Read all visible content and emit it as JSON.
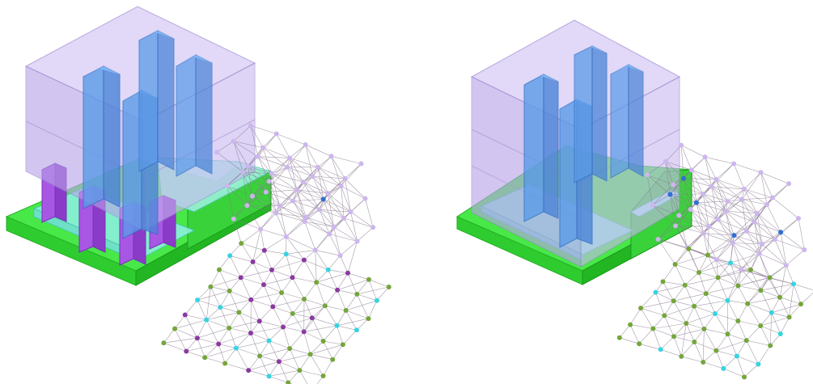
{
  "figure": {
    "panels": [
      {
        "id": "left",
        "components": [
          "substrate",
          "spacer",
          "gate-block",
          "fins",
          "lower-pillars",
          "node-graph"
        ]
      },
      {
        "id": "right",
        "components": [
          "substrate",
          "spacer",
          "gate-block",
          "fins",
          "node-graph"
        ]
      }
    ],
    "colors": {
      "substrate": "#3fe03f",
      "substrate_dark": "#1fb41f",
      "spacer": "#7fead8",
      "gate_block": "#b9a6e6",
      "fin": "#4a90e2",
      "pillar": "#a050e0",
      "node_lavender": "#cdb6ee",
      "node_blue": "#2f6fd0",
      "node_cyan": "#36d4e0",
      "node_olive": "#74a63a",
      "node_purple": "#8a3aa0",
      "edge": "#8a7a90"
    }
  }
}
